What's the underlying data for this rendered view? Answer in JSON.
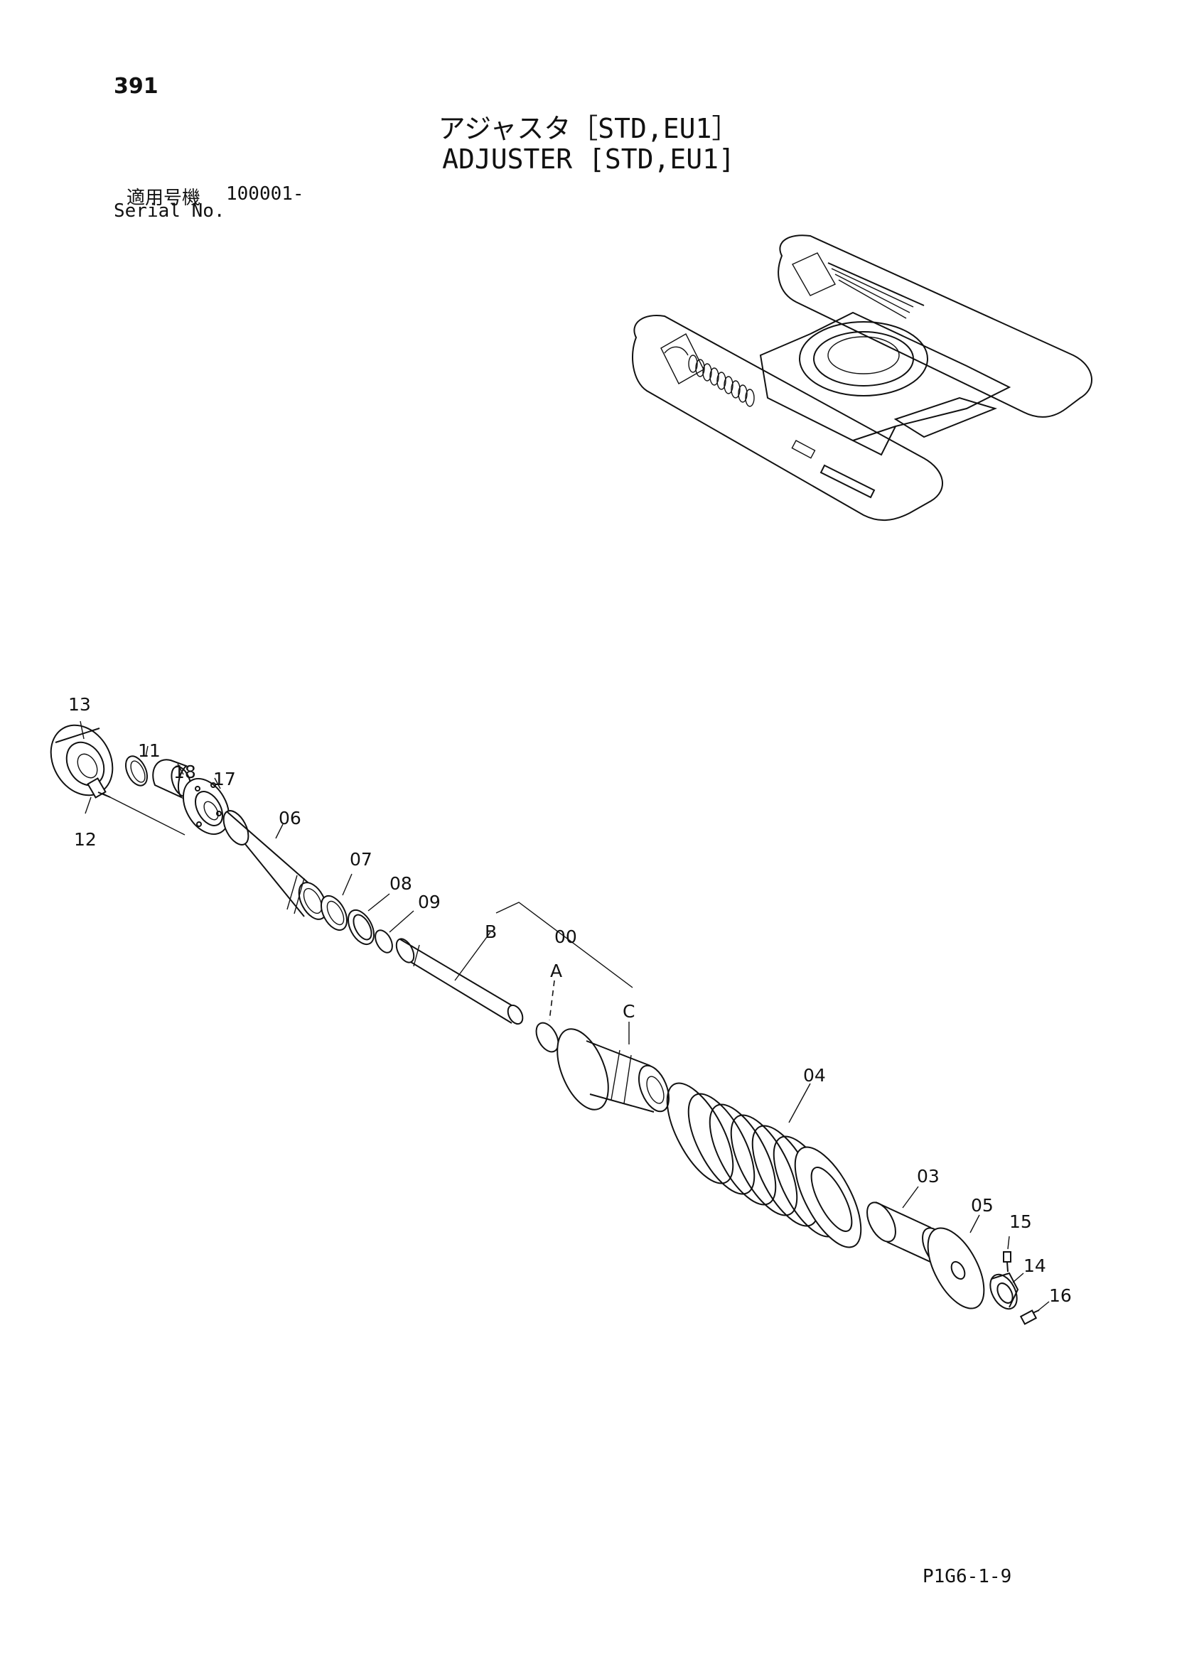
{
  "page_number": "391",
  "title_jp": "アジャスタ［STD,EU1］",
  "title_en": "ADJUSTER [STD,EU1]",
  "serial": {
    "label_jp": "適用号機",
    "label_en": "Serial No.",
    "value": "100001-"
  },
  "page_code": "P1G6-1-9",
  "callouts": {
    "c13": "13",
    "c11": "11",
    "c18": "18",
    "c17": "17",
    "c12": "12",
    "c06": "06",
    "c07": "07",
    "c08": "08",
    "c09": "09",
    "cB": "B",
    "c00": "00",
    "cA": "A",
    "cC": "C",
    "c04": "04",
    "c03": "03",
    "c05": "05",
    "c15": "15",
    "c14": "14",
    "c16": "16"
  }
}
